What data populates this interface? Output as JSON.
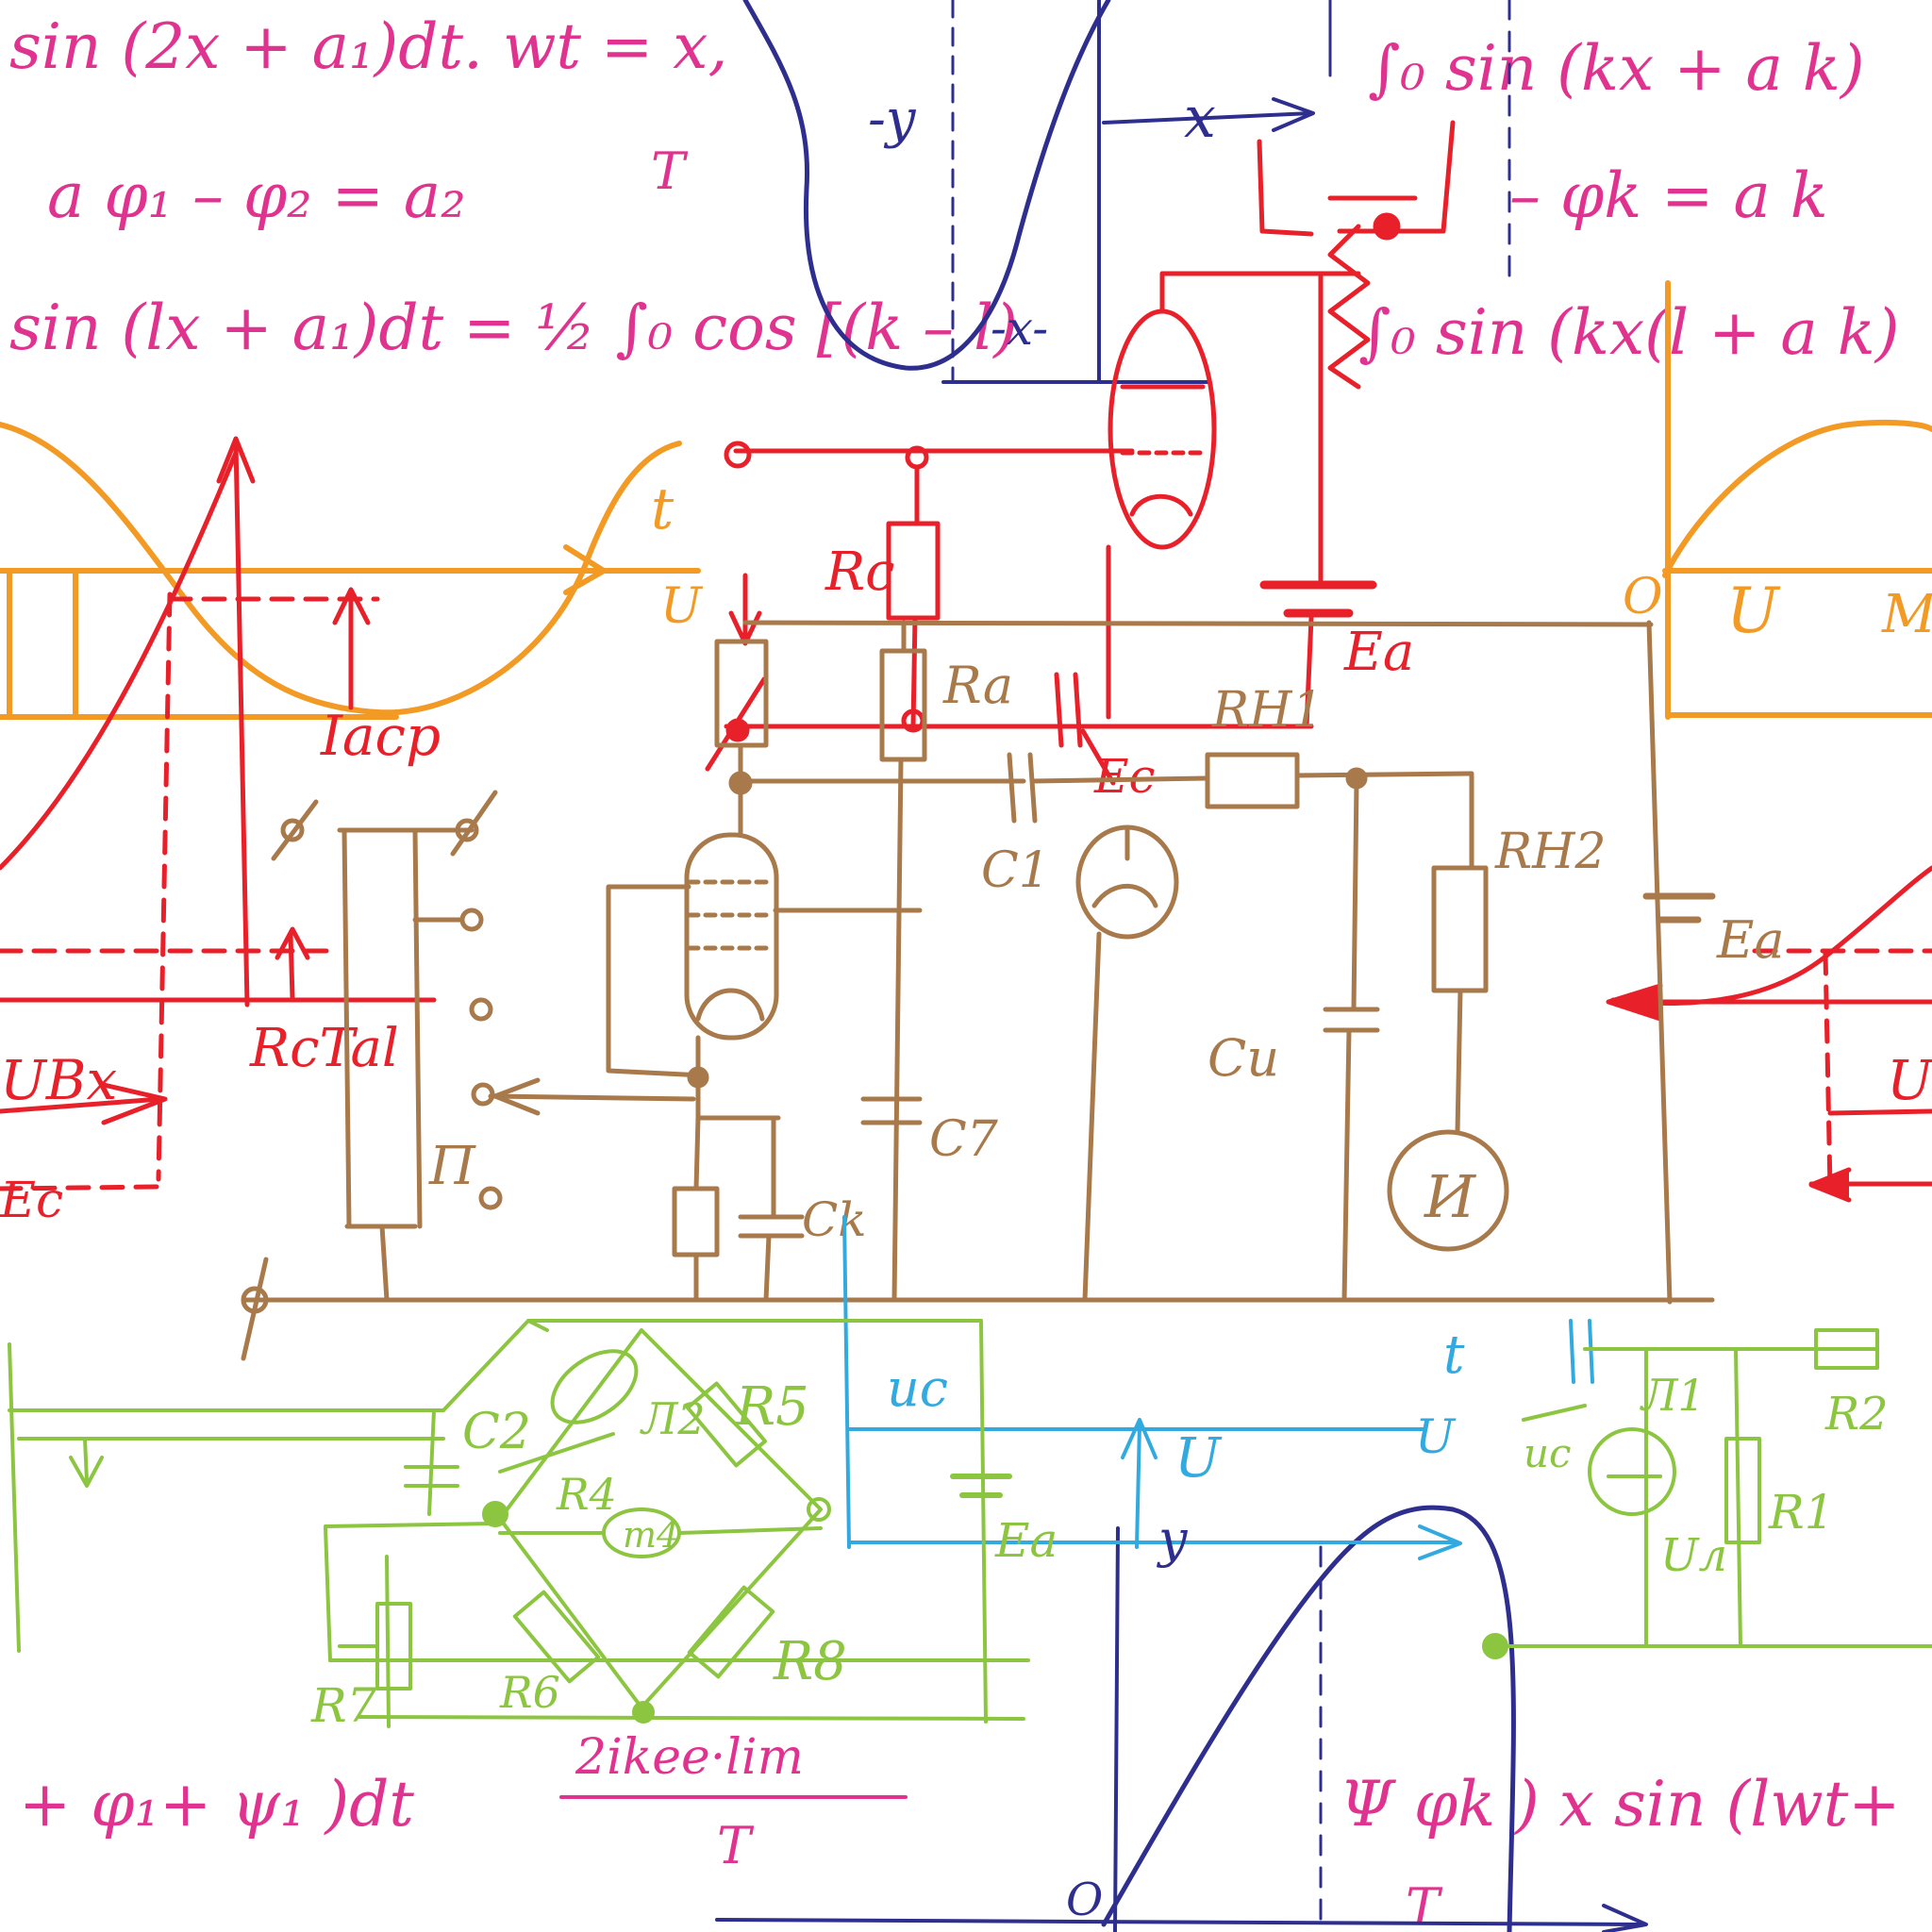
{
  "colors": {
    "magenta": "#e0338f",
    "navy": "#2e2e8f",
    "red": "#e8202a",
    "orange": "#f39a25",
    "brown": "#a8794a",
    "green": "#8cc540",
    "cyan": "#33aadf"
  },
  "formulas": {
    "f1": "sin (2x + a₁)dt. wt = x,",
    "f2": "a  φ₁ – φ₂ = a₂",
    "f3": "T",
    "f4": "sin (lx + a₁)dt = ½ ∫₀ cos [(k – l)",
    "f5": "∫₀ sin (kx + a k)",
    "f6": "– φk = a k",
    "f7": "∫₀ sin (kx(l + a k)",
    "f8": "+ φ₁+ ψ₁ )dt",
    "f9": "Ψ φk )  x sin (lwt+",
    "f10": "T",
    "f11": "2ikee·lim",
    "f12": "T"
  },
  "labels": {
    "graph_neg_y": "-y",
    "graph_x": "x",
    "graph_neg_x": "-x-",
    "orange_t": "t",
    "orange_u": "U",
    "orange_u_right": "U",
    "orange_m": "M",
    "orange_zero": "O",
    "i_anod": "Iacp",
    "rc": "Rc",
    "ra": "Ra",
    "ec_top": "Ec",
    "ea_top": "Ea",
    "rh1": "RH1",
    "rh2": "RH2",
    "c1": "C1",
    "c7": "C7",
    "ck": "Ck",
    "cu": "Cu",
    "ea_right": "Ea",
    "meter": "И",
    "pi": "Π",
    "rc_tal": "RcTal",
    "ubx": "UBx",
    "ec_left": "Ec",
    "u_right_arrow": "U",
    "uc": "uc",
    "u_blue": "U",
    "y_blue": "y",
    "t_blue": "t",
    "u_blue_right": "U",
    "ea_green": "Ea",
    "c2": "C2",
    "l2": "Л2",
    "r5": "R5",
    "r4": "R4",
    "m4": "m4",
    "r7": "R7",
    "r6": "R6",
    "r8": "R8",
    "l1": "Л1",
    "r2": "R2",
    "uc_green": "uc",
    "r1": "R1",
    "un": "Uл",
    "zero_bottom": "O"
  }
}
